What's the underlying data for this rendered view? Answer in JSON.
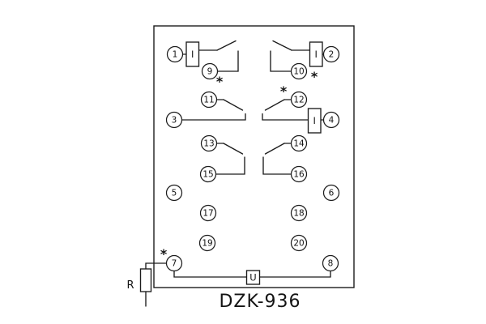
{
  "title": "DZK-936",
  "labels": {
    "current_coil": "I",
    "voltage_coil": "U",
    "resistor": "R",
    "polarity_mark": "*"
  },
  "terminals": {
    "t1": "1",
    "t2": "2",
    "t3": "3",
    "t4": "4",
    "t5": "5",
    "t6": "6",
    "t7": "7",
    "t8": "8",
    "t9": "9",
    "t10": "10",
    "t11": "11",
    "t12": "12",
    "t13": "13",
    "t14": "14",
    "t15": "15",
    "t16": "16",
    "t17": "17",
    "t18": "18",
    "t19": "19",
    "t20": "20"
  }
}
